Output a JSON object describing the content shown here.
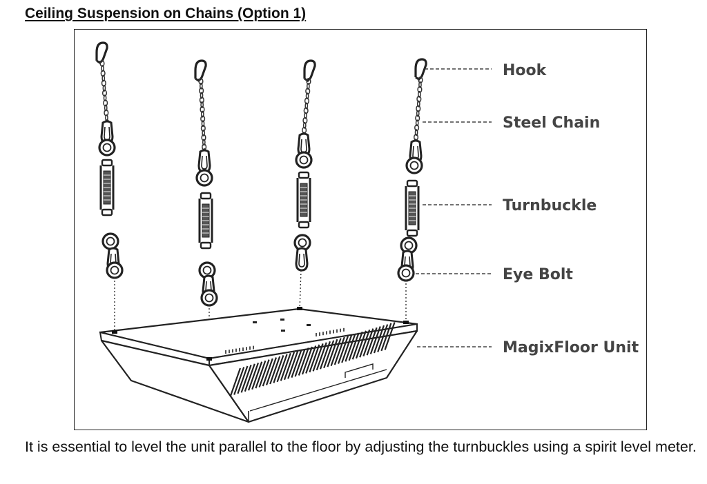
{
  "document": {
    "heading": "Ceiling Suspension on Chains (Option 1)",
    "caption": "It is essential to level the unit parallel to the floor by adjusting the turnbuckles using a spirit level meter."
  },
  "diagram": {
    "labels": {
      "hook": "Hook",
      "steel_chain": "Steel Chain",
      "turnbuckle": "Turnbuckle",
      "eye_bolt": "Eye Bolt",
      "unit": "MagixFloor Unit"
    }
  }
}
